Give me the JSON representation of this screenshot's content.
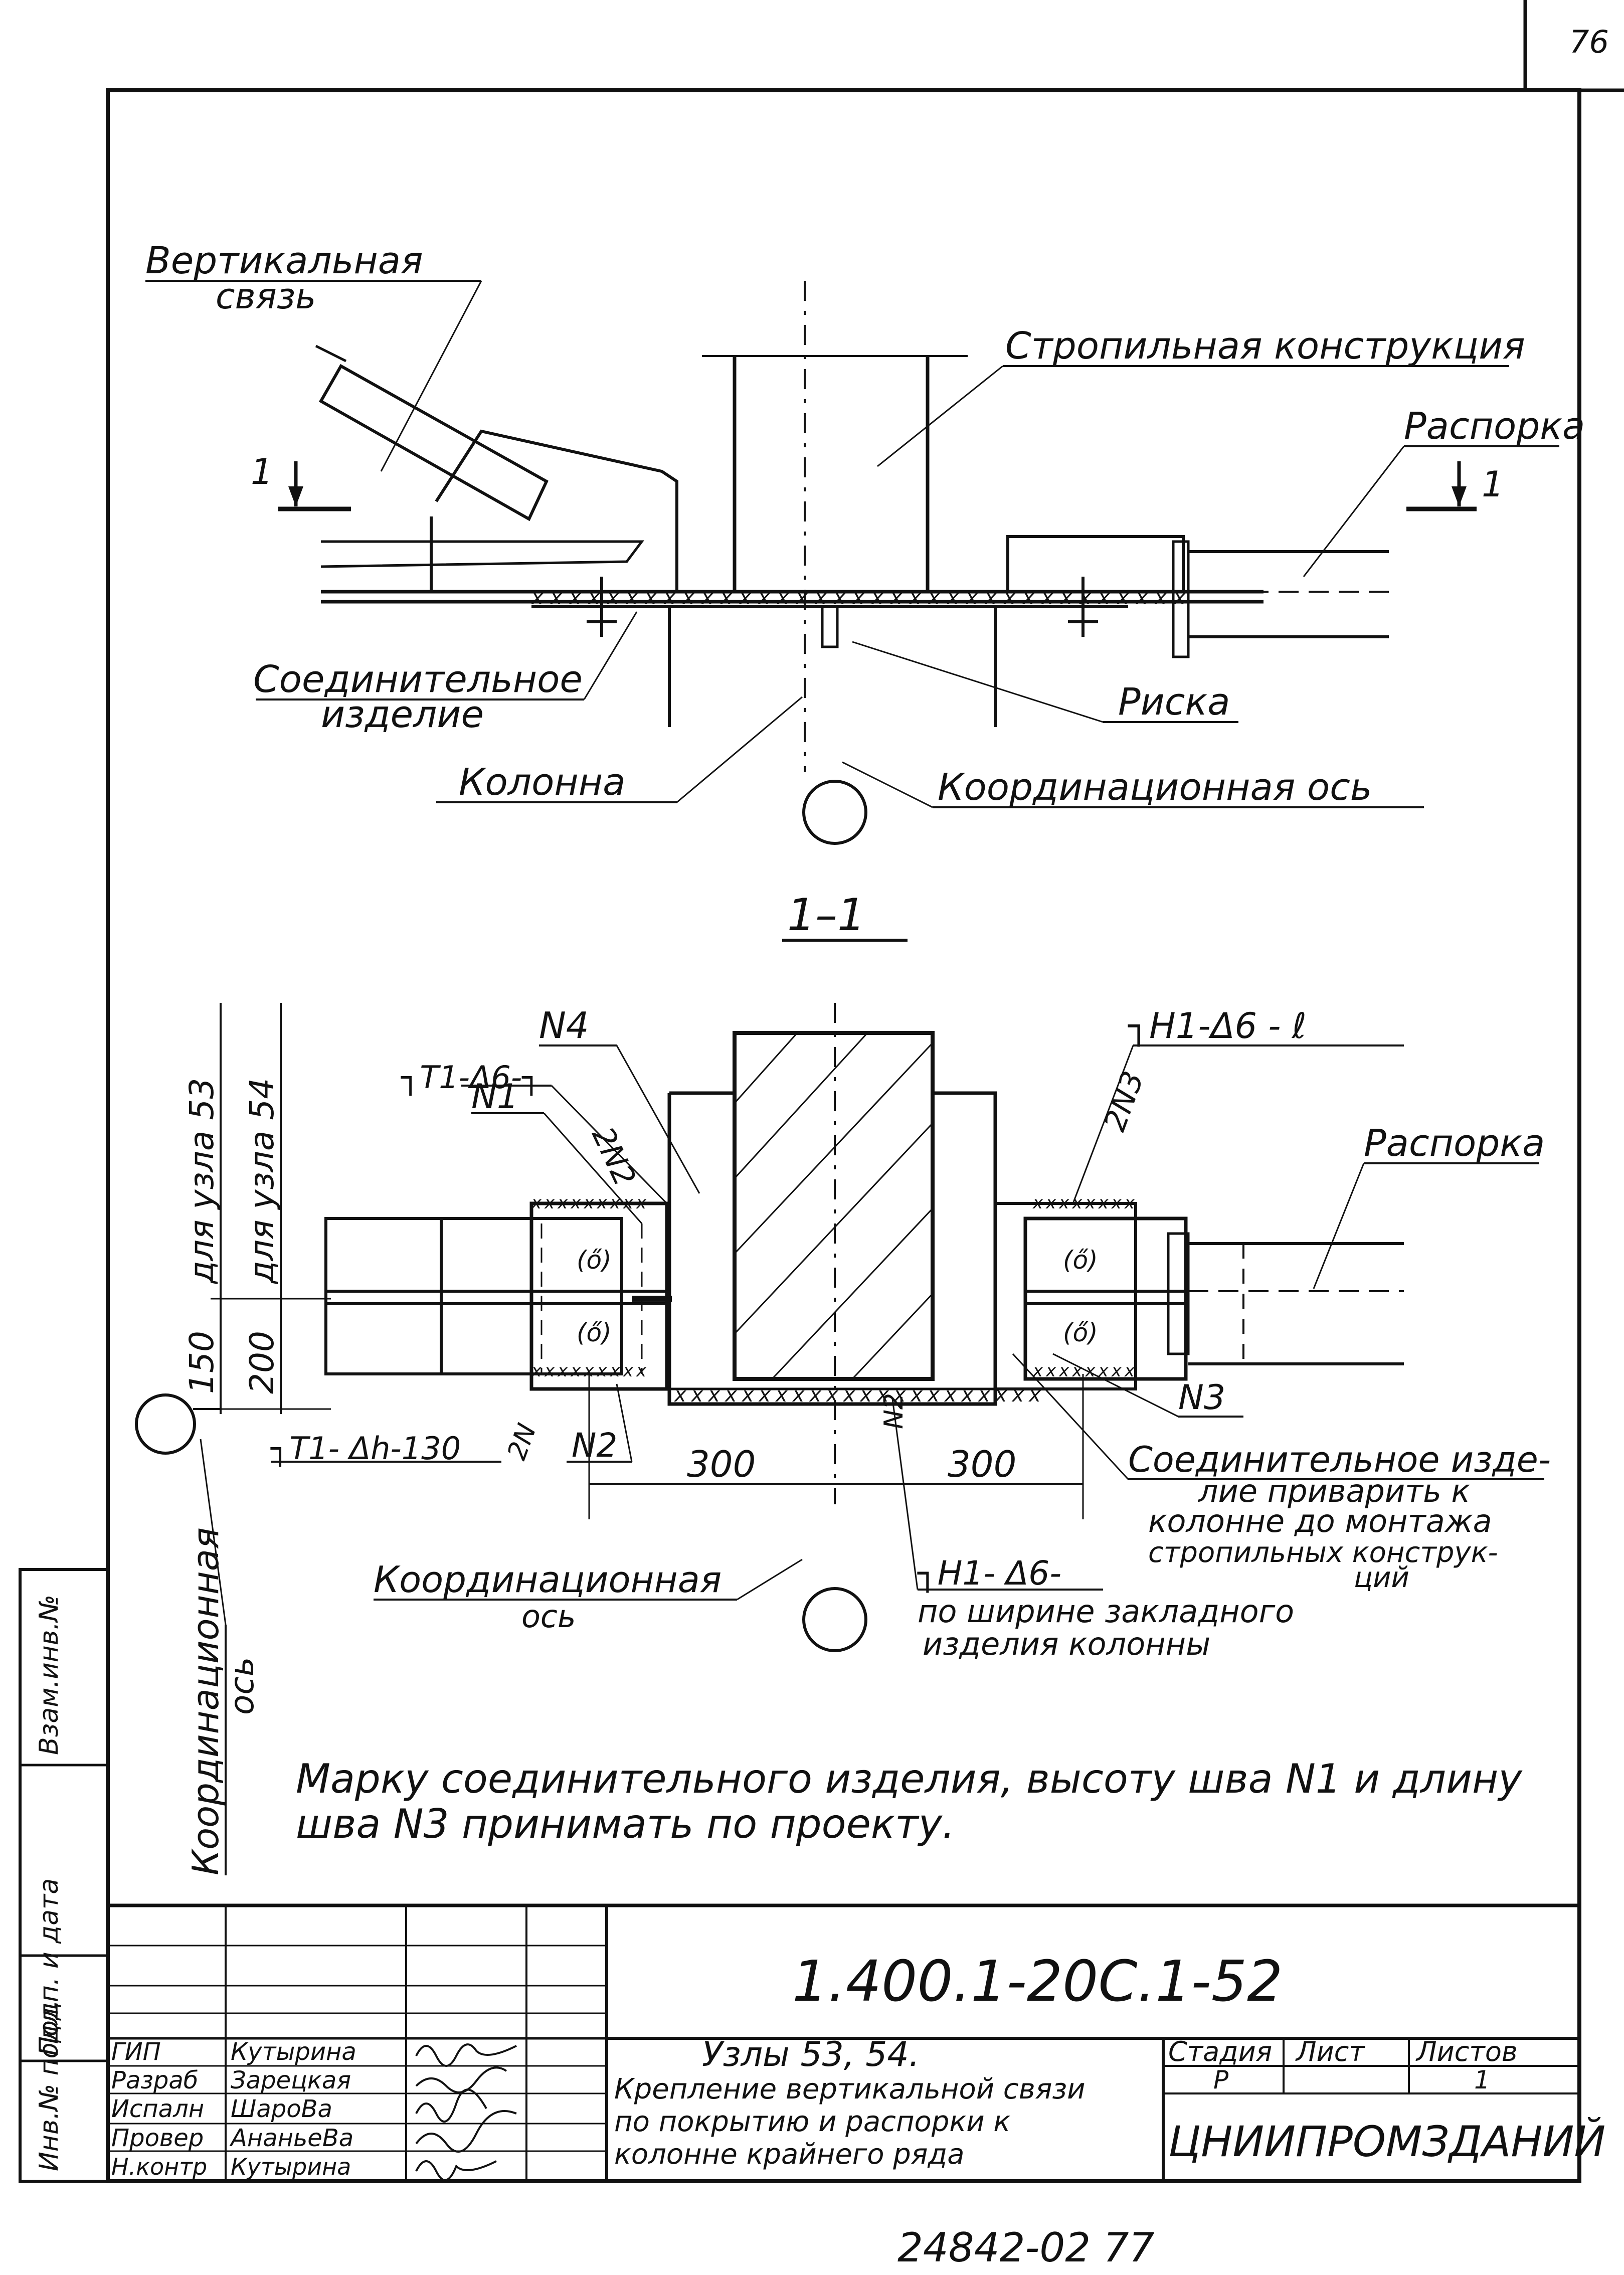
{
  "sheet": {
    "page_number": "76",
    "bottom_number": "24842-02   77",
    "code": "1.400.1-20С.1-52",
    "title_line1": "Узлы 53, 54.",
    "title_line2": "Крепление вертикальной связи",
    "title_line3": "по покрытию и распорки к",
    "title_line4": "колонне крайнего ряда",
    "org": "ЦНИИПРОМЗДАНИЙ",
    "stage_label": "Стадия",
    "sheet_label": "Лист",
    "sheets_label": "Листов",
    "stage": "Р",
    "sheets": "1"
  },
  "signatures": [
    {
      "role": "ГИП",
      "name": "Кутырина"
    },
    {
      "role": "Разраб",
      "name": "Зарецкая"
    },
    {
      "role": "Испалн",
      "name": "ШароВа"
    },
    {
      "role": "Провер",
      "name": "АнаньеВа"
    },
    {
      "role": "Н.контр",
      "name": "Кутырина"
    }
  ],
  "side_stamp": {
    "inv_orig": "Инв.№ подл.",
    "sign_date": "Подп. и дата",
    "inv_repl": "Взам.инв.№"
  },
  "top_view": {
    "vertical_brace": "Вертикальная",
    "vertical_brace2": "связь",
    "truss": "Стропильная конструкция",
    "strut": "Распорка",
    "connector1": "Соединительное",
    "connector2": "изделие",
    "mark": "Риска",
    "column": "Колонна",
    "coord_axis": "Координационная ось",
    "section_mark": "1"
  },
  "section": {
    "title": "1–1",
    "n4": "N4",
    "t1": "┐T1-Δ6-┐",
    "n1": "N1",
    "two_n2": "2N2",
    "two_n3": "2N3",
    "h1_top": "┐H1-Δ6 - ℓ",
    "strut": "Распорка",
    "node53": "для узла 53",
    "node54": "для узла 54",
    "dim150": "150",
    "dim200": "200",
    "t1_bottom": "┐T1- Δh-130",
    "two_n": "2N",
    "n2": "N2",
    "n2v": "N2",
    "n3": "N3",
    "dim300a": "300",
    "dim300b": "300",
    "weld_note1": "Соединительное изде-",
    "weld_note2": "лие приварить к",
    "weld_note3": "колонне до монтажа",
    "weld_note4": "стропильных конструк-",
    "weld_note5": "ций",
    "coord_axis": "Координационная",
    "coord_axis2": "ось",
    "h1_bottom": "┐H1- Δ6-",
    "width_note1": "по ширине закладного",
    "width_note2": "изделия колонны",
    "left_axis1": "Координационная",
    "left_axis2": "ось"
  },
  "note": {
    "line1": "Марку соединительного изделия, высоту шва N1 и длину",
    "line2": "шва N3 принимать по проекту."
  }
}
